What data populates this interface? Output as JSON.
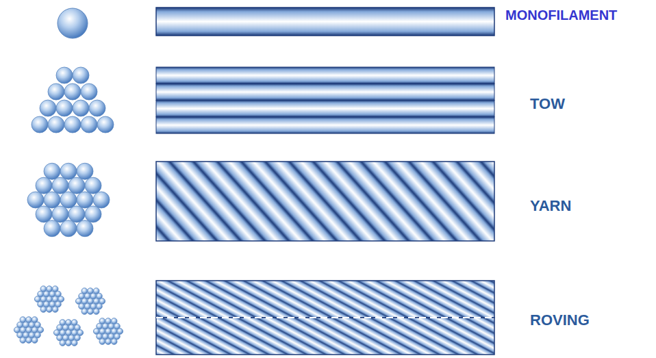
{
  "diagram": {
    "labels": [
      "MONOFILAMENT",
      "TOW",
      "YARN",
      "ROVING"
    ]
  }
}
